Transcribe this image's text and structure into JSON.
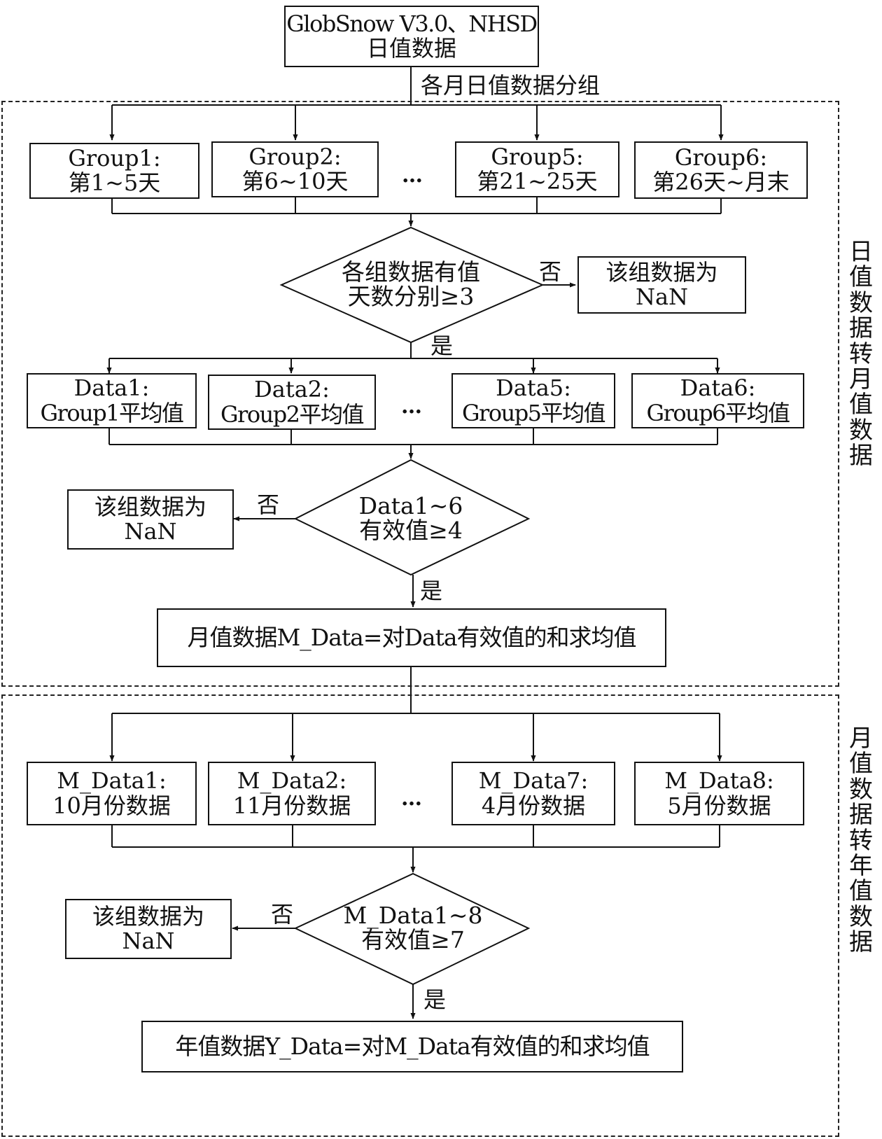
{
  "source": {
    "line1": "GlobSnow V3.0、NHSD",
    "line2": "日值数据"
  },
  "split_label": "各月日值数据分组",
  "ellipsis": "…",
  "groups": [
    {
      "line1": "Group1:",
      "line2": "第1~5天"
    },
    {
      "line1": "Group2:",
      "line2": "第6~10天"
    },
    {
      "line1": "Group5:",
      "line2": "第21~25天"
    },
    {
      "line1": "Group6:",
      "line2": "第26天~月末"
    }
  ],
  "decision1": {
    "line1": "各组数据有值",
    "line2": "天数分别≥3",
    "no": "否",
    "yes": "是"
  },
  "nan1": {
    "line1": "该组数据为",
    "line2": "NaN"
  },
  "datas": [
    {
      "line1": "Data1:",
      "line2": "Group1平均值"
    },
    {
      "line1": "Data2:",
      "line2": "Group2平均值"
    },
    {
      "line1": "Data5:",
      "line2": "Group5平均值"
    },
    {
      "line1": "Data6:",
      "line2": "Group6平均值"
    }
  ],
  "decision2": {
    "line1": "Data1~6",
    "line2": "有效值≥4",
    "no": "否",
    "yes": "是"
  },
  "nan2": {
    "line1": "该组数据为",
    "line2": "NaN"
  },
  "monthly_result": "月值数据M_Data=对Data有效值的和求均值",
  "mdatas": [
    {
      "line1": "M_Data1:",
      "line2": "10月份数据"
    },
    {
      "line1": "M_Data2:",
      "line2": "11月份数据"
    },
    {
      "line1": "M_Data7:",
      "line2": "4月份数据"
    },
    {
      "line1": "M_Data8:",
      "line2": "5月份数据"
    }
  ],
  "decision3": {
    "line1": "M_Data1~8",
    "line2": "有效值≥7",
    "no": "否",
    "yes": "是"
  },
  "nan3": {
    "line1": "该组数据为",
    "line2": "NaN"
  },
  "yearly_result": "年值数据Y_Data=对M_Data有效值的和求均值",
  "panel_labels": {
    "daily_to_monthly": "日值数据转月值数据",
    "monthly_to_yearly": "月值数据转年值数据"
  }
}
